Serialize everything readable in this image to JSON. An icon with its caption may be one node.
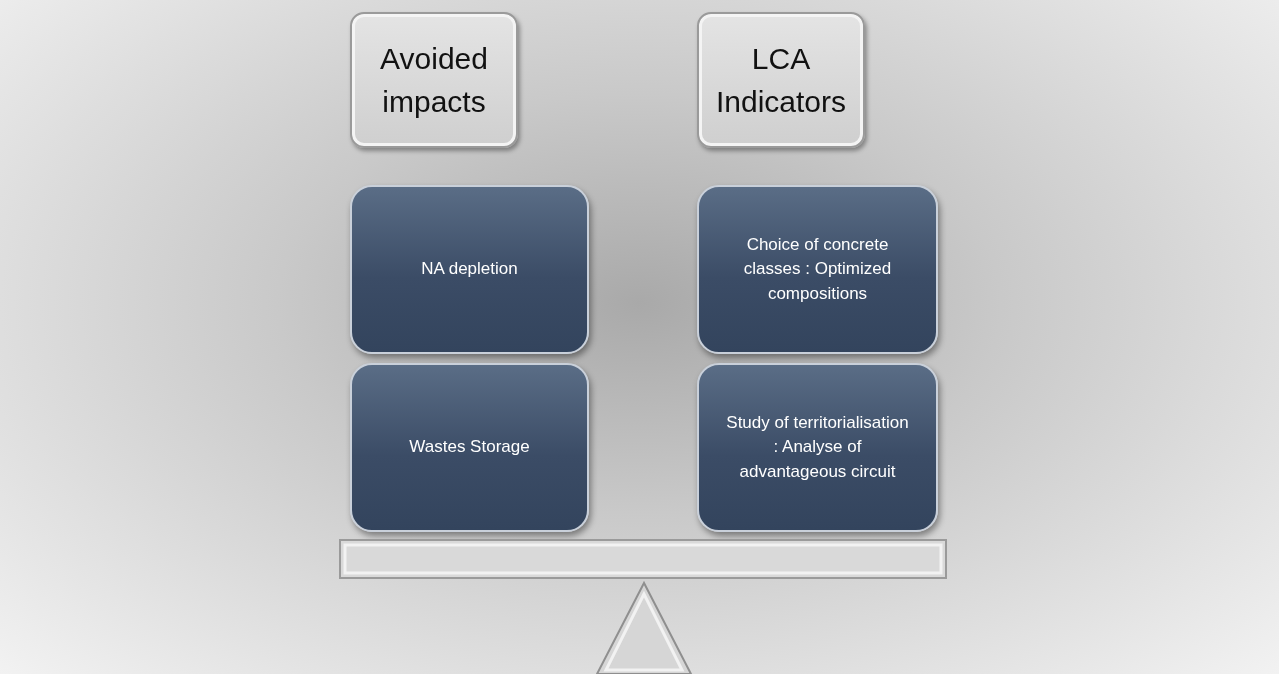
{
  "diagram": {
    "nodes": [
      {
        "text": [
          "Avoided impacts"
        ]
      },
      {
        "text": [
          "LCA Indicators"
        ]
      },
      {
        "text": [
          "NA depletion"
        ]
      },
      {
        "text": [
          "Choice of concrete classes : Optimized compositions"
        ]
      },
      {
        "text": [
          "Wastes Storage"
        ]
      },
      {
        "text": [
          "Study of territorialisation : Analyse of advantageous circuit"
        ]
      }
    ]
  }
}
